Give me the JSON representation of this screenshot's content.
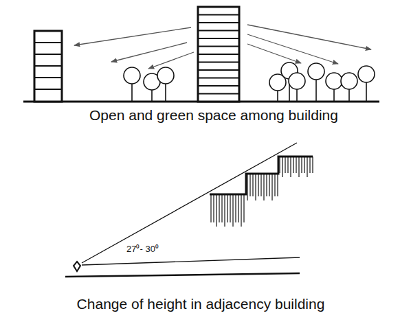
{
  "diagram": {
    "labels": [
      "Open and green space among building",
      "27⁰- 30⁰",
      "Change of height in adjacency building"
    ]
  }
}
